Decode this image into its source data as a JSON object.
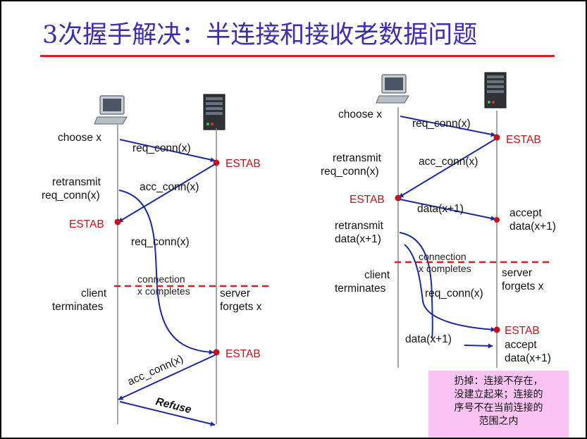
{
  "title": "3次握手解决：半连接和接收老数据问题",
  "colors": {
    "title": "#3b2fb0",
    "title_rule": "#d81f26",
    "arrow": "#1c2a9c",
    "estab": "#c4121c",
    "note_bg": "#fbc3f3"
  },
  "icons": {
    "client": "computer-icon",
    "server": "server-icon"
  },
  "left": {
    "choose": "choose x",
    "req1": "req_conn(x)",
    "estab_server1": "ESTAB",
    "retransmit_line1": "retransmit",
    "retransmit_line2": "req_conn(x)",
    "acc1": "acc_conn(x)",
    "estab_client": "ESTAB",
    "req2": "req_conn(x)",
    "connection_line1": "connection",
    "connection_line2": "x completes",
    "client_line1": "client",
    "client_line2": "terminates",
    "server_line1": "server",
    "server_line2": "forgets x",
    "estab_server2": "ESTAB",
    "acc2": "acc_conn(x)",
    "refuse": "Refuse"
  },
  "right": {
    "choose": "choose x",
    "req1": "req_conn(x)",
    "estab_server1": "ESTAB",
    "retransmit_line1": "retransmit",
    "retransmit_line2": "req_conn(x)",
    "acc1": "acc_conn(x)",
    "estab_client": "ESTAB",
    "data1": "data(x+1)",
    "accept1_line1": "accept",
    "accept1_line2": "data(x+1)",
    "retransmit2_line1": "retransmit",
    "retransmit2_line2": "data(x+1)",
    "connection_line1": "connection",
    "connection_line2": "x completes",
    "client_line1": "client",
    "client_line2": "terminates",
    "server_line1": "server",
    "server_line2": "forgets x",
    "req2": "req_conn(x)",
    "estab_server2": "ESTAB",
    "data2": "data(x+1)",
    "accept2_line1": "accept",
    "accept2_line2": "data(x+1)"
  },
  "note": {
    "line1": "扔掉：连接不存在，",
    "line2": "没建立起来；连接的",
    "line3": "序号不在当前连接的",
    "line4": "范围之内"
  }
}
